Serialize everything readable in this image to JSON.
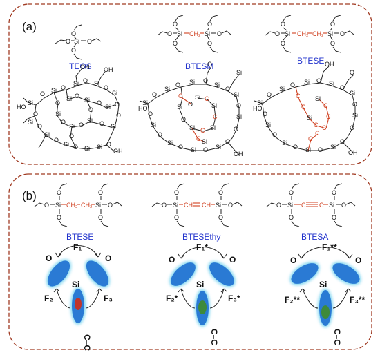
{
  "panel_a": {
    "label": "(a)",
    "molecules": [
      "TEOS",
      "BTESM",
      "BTESE"
    ]
  },
  "panel_b": {
    "label": "(b)",
    "molecules": [
      {
        "name": "BTESE",
        "forces": [
          "F₁",
          "F₂",
          "F₃"
        ]
      },
      {
        "name": "BTESEthy",
        "forces": [
          "F₁*",
          "F₂*",
          "F₃*"
        ]
      },
      {
        "name": "BTESA",
        "forces": [
          "F₁**",
          "F₂**",
          "F₃**"
        ]
      }
    ],
    "atom_labels": {
      "oxygen": "O",
      "silicon": "Si",
      "carbon_pair": "C–C"
    }
  },
  "colors": {
    "frame": "#a03a22",
    "title_blue": "#2233cc",
    "lobe_blue": "#2a7ad4",
    "lobe_glow": "#7fd6f0",
    "bond_red": "#d04020",
    "core_red": "#c0342a",
    "core_green": "#3e8a3a"
  }
}
